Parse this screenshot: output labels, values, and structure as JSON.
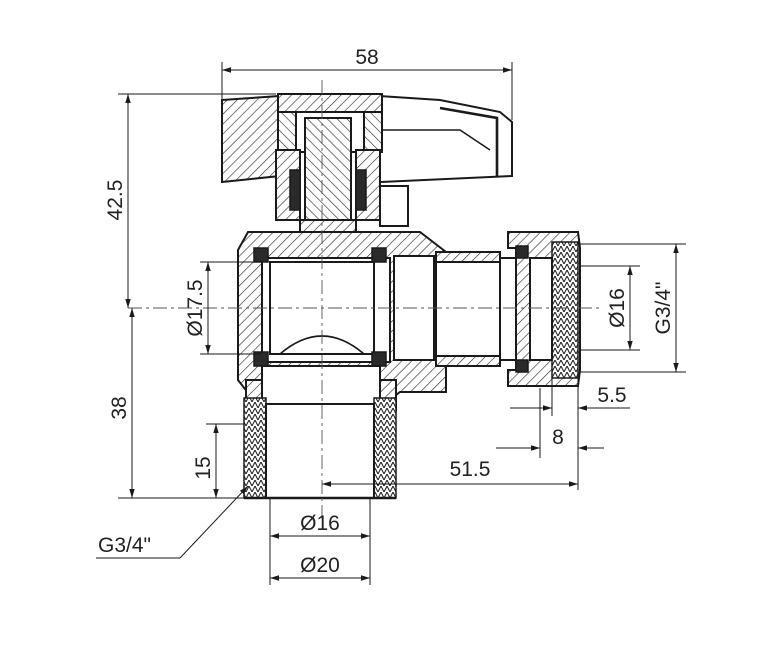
{
  "drawing": {
    "title": "",
    "dimensions": {
      "overall_width": "58",
      "height_top": "42.5",
      "height_bottom": "38",
      "thread_length": "15",
      "bore_inlet": "Ø17.5",
      "bore_outlet": "Ø16",
      "outlet_thread": "G3/4\"",
      "gap_nut": "5.5",
      "nut_width": "8",
      "outlet_reach": "51.5",
      "bottom_bore": "Ø16",
      "bottom_od": "Ø20",
      "bottom_thread": "G3/4\""
    },
    "colors": {
      "line": "#1a1a1a",
      "hatch": "#333333",
      "background": "#ffffff"
    }
  }
}
